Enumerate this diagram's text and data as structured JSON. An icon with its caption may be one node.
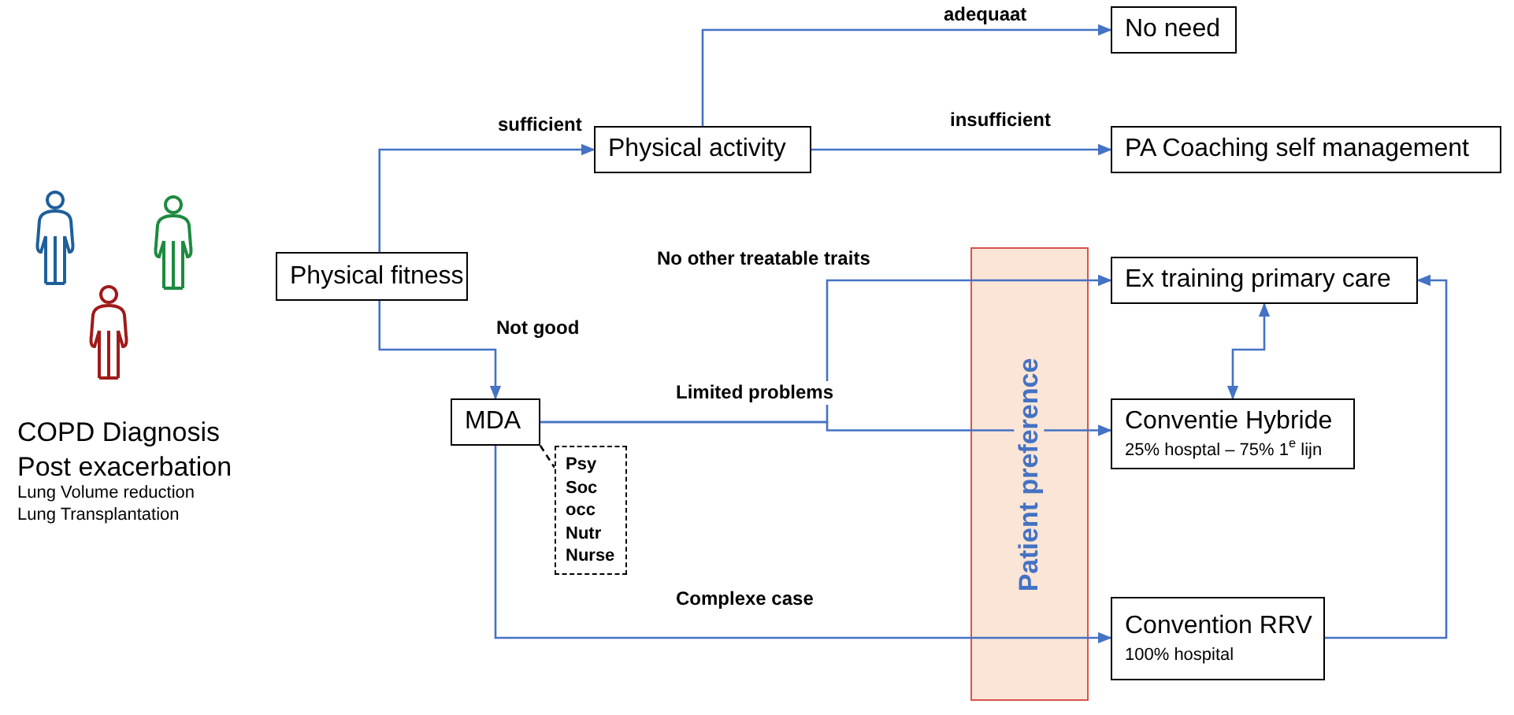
{
  "diagram": {
    "nodes": [
      {
        "text": [
          "Physical fitness"
        ]
      },
      {
        "text": [
          "Physical activity"
        ]
      },
      {
        "text": [
          "No need"
        ]
      },
      {
        "text": [
          "PA Coaching self management"
        ]
      },
      {
        "text": [
          "MDA"
        ]
      },
      {
        "text": [
          "Psy",
          "Soc",
          "occ",
          "Nutr",
          "Nurse"
        ]
      },
      {
        "text": [
          "Ex training primary care"
        ]
      },
      {
        "text": [
          "Conventie Hybride",
          "25% hosptal – 75% 1$^{e}$ lijn"
        ]
      },
      {
        "text": [
          "Convention RRV",
          "100% hospital"
        ]
      }
    ],
    "edges": [
      {
        "from": 0,
        "to": 1,
        "arrow": "to",
        "label": "sufficient"
      },
      {
        "from": 0,
        "to": 4,
        "arrow": "to",
        "label": "Not good"
      },
      {
        "from": 1,
        "to": 2,
        "arrow": "to",
        "label": "adequaat"
      },
      {
        "from": 1,
        "to": 3,
        "arrow": "to",
        "label": "insufficient"
      },
      {
        "from": 4,
        "to": 6,
        "arrow": "to",
        "label": "No other treatable traits"
      },
      {
        "from": 4,
        "to": 7,
        "arrow": "to",
        "label": "Limited problems"
      },
      {
        "from": 4,
        "to": 8,
        "arrow": "to",
        "label": "Complexe case"
      },
      {
        "from": 4,
        "to": 5,
        "arrow": "none",
        "style": "dashed",
        "color": "#000000"
      },
      {
        "from": 6,
        "to": 7,
        "arrow": "both"
      },
      {
        "from": 8,
        "to": 6,
        "arrow": "to"
      }
    ],
    "labels": [
      "COPD Diagnosis",
      "Post exacerbation",
      "Lung Volume reduction",
      "Lung Transplantation",
      "Patient preference"
    ]
  }
}
